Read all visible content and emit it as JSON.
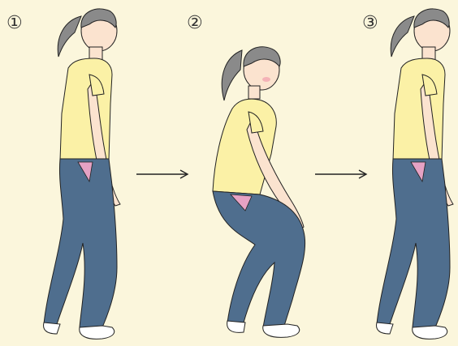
{
  "steps": [
    {
      "number": "①",
      "pose": "standing"
    },
    {
      "number": "②",
      "pose": "squatting"
    },
    {
      "number": "③",
      "pose": "standing"
    }
  ],
  "colors": {
    "background": "#fbf6dc",
    "shirt": "#fbf1a6",
    "pants": "#4f6e8e",
    "pants_dark": "#3b566f",
    "skin": "#fbe3cf",
    "hair": "#8a8a8a",
    "waist_accent": "#e6a2c4",
    "outline": "#222222"
  },
  "icons": [
    "right-arrow-icon",
    "right-arrow-icon"
  ]
}
